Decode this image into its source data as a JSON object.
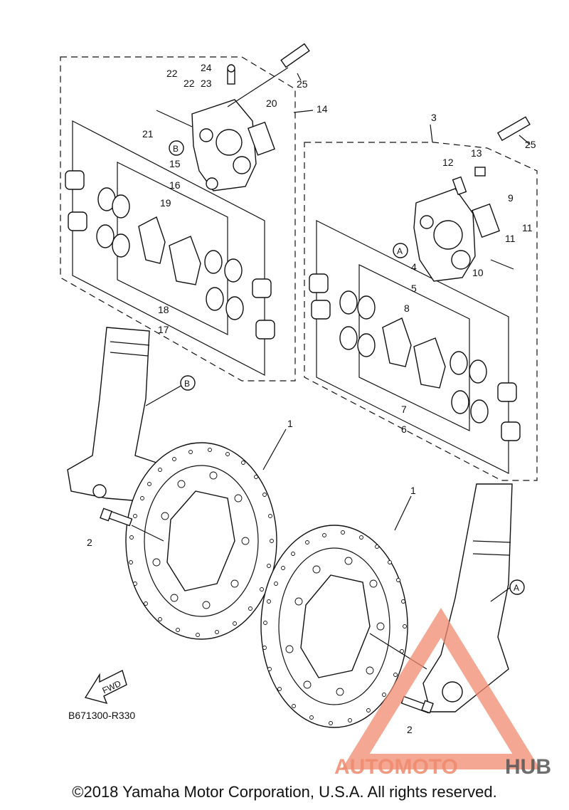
{
  "diagram": {
    "callouts": {
      "c1a": "1",
      "c1b": "1",
      "c2a": "2",
      "c2b": "2",
      "c3": "3",
      "c4": "4",
      "c5": "5",
      "c6": "6",
      "c7": "7",
      "c8": "8",
      "c9": "9",
      "c10": "10",
      "c11a": "11",
      "c11b": "11",
      "c12": "12",
      "c13": "13",
      "c14": "14",
      "c15": "15",
      "c16": "16",
      "c17": "17",
      "c18": "18",
      "c19": "19",
      "c20": "20",
      "c21": "21",
      "c22a": "22",
      "c22b": "22",
      "c23": "23",
      "c24": "24",
      "c25a": "25",
      "c25b": "25"
    },
    "refs": {
      "a1": "A",
      "a2": "A",
      "b1": "B",
      "b2": "B"
    },
    "fwd_label": "FWD",
    "diagram_code": "B671300-R330",
    "copyright": "©2018 Yamaha Motor Corporation, U.S.A. All rights reserved."
  },
  "watermark": {
    "part1": "AUTOMOTO",
    "part2": "HUB",
    "color_primary": "#f08a6e",
    "color_secondary": "#555555"
  }
}
